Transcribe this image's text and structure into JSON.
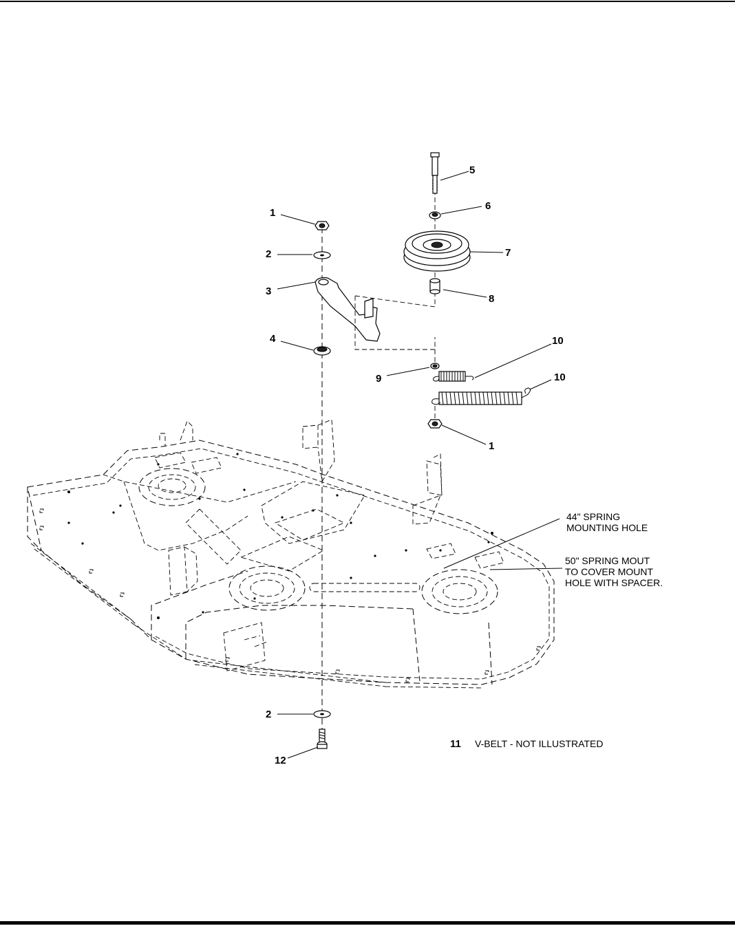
{
  "callouts": {
    "c1_top": "1",
    "c2_top": "2",
    "c3": "3",
    "c4": "4",
    "c5": "5",
    "c6": "6",
    "c7": "7",
    "c8": "8",
    "c9": "9",
    "c10_short": "10",
    "c10_long": "10",
    "c1_bottom": "1",
    "c2_bottom": "2",
    "c12": "12"
  },
  "notes": {
    "spring44_line1": "44\" SPRING",
    "spring44_line2": "MOUNTING HOLE",
    "spring50_line1": "50\" SPRING MOUT",
    "spring50_line2": "TO COVER MOUNT",
    "spring50_line3": "HOLE WITH SPACER."
  },
  "legend": {
    "item_number": "11",
    "item_text": "V-BELT - NOT ILLUSTRATED"
  }
}
